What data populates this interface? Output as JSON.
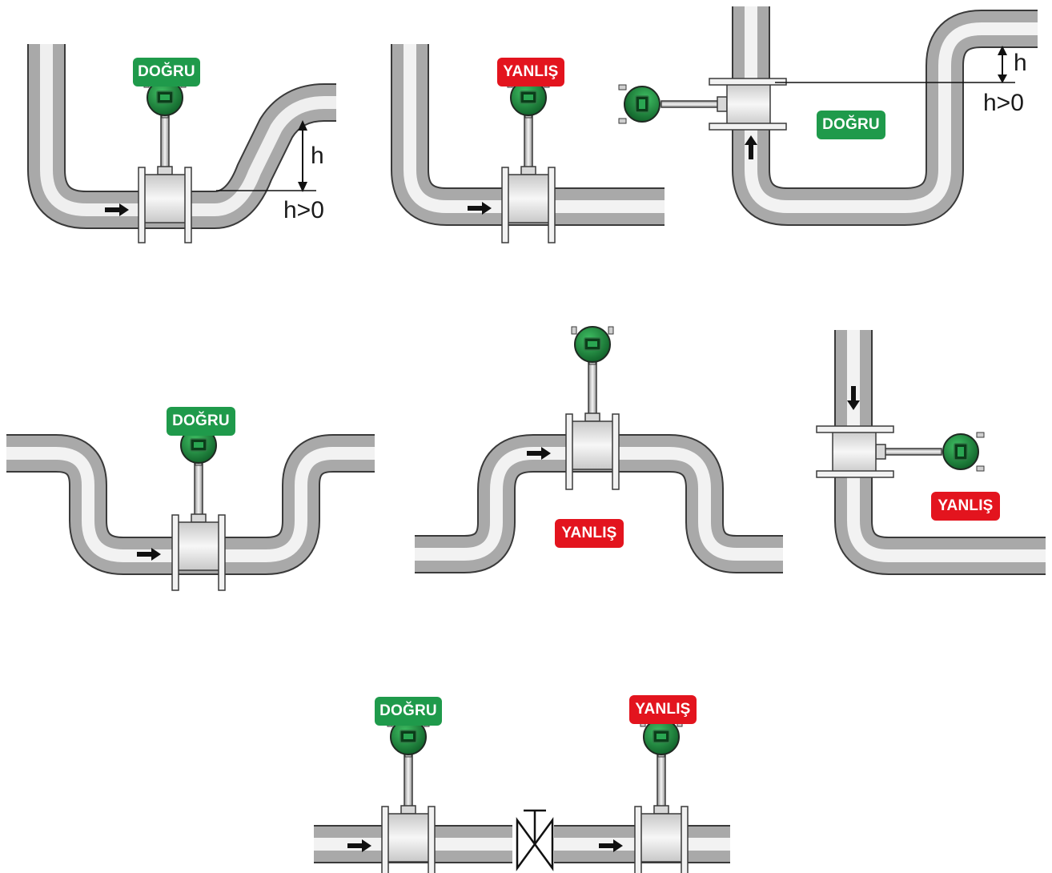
{
  "labels": {
    "correct": "DOĞRU",
    "wrong": "YANLIŞ"
  },
  "dimensions": {
    "h": "h",
    "h_positive": "h>0"
  },
  "colors": {
    "correct": "#1f9a4b",
    "wrong": "#e3141e",
    "pipe_light": "#f3f3f3",
    "pipe_dark": "#8f8f8f",
    "pipe_outline": "#3a3a3a",
    "transmitter": "#1d8c3c",
    "arrow": "#111111"
  },
  "panels": [
    {
      "id": "p1",
      "verdict": "correct",
      "note": "h>0"
    },
    {
      "id": "p2",
      "verdict": "wrong"
    },
    {
      "id": "p3",
      "verdict": "correct",
      "note": "h>0"
    },
    {
      "id": "p4",
      "verdict": "correct"
    },
    {
      "id": "p5",
      "verdict": "wrong"
    },
    {
      "id": "p6",
      "verdict": "wrong"
    },
    {
      "id": "p7a",
      "verdict": "correct"
    },
    {
      "id": "p7b",
      "verdict": "wrong"
    }
  ]
}
